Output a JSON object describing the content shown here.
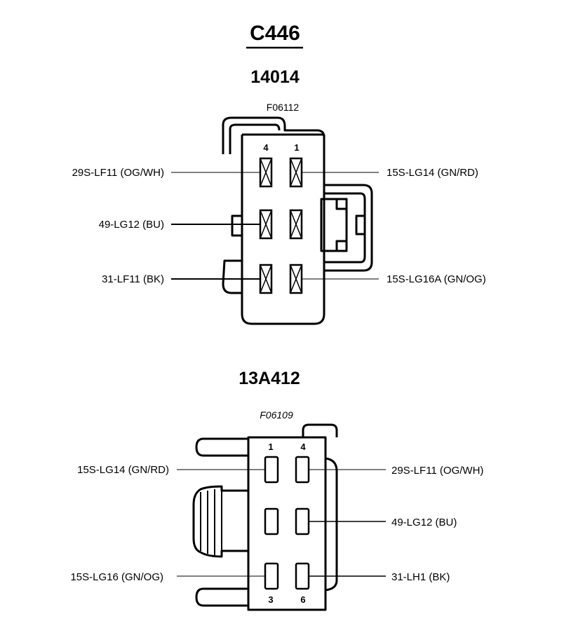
{
  "connector": {
    "title": "C446"
  },
  "upper": {
    "part_number": "14014",
    "figure_code": "F06112",
    "pins": {
      "p4": "4",
      "p1": "1"
    },
    "left_wires": [
      "29S-LF11 (OG/WH)",
      "49-LG12 (BU)",
      "31-LF11 (BK)"
    ],
    "right_wires": [
      "15S-LG14 (GN/RD)",
      "15S-LG16A (GN/OG)"
    ]
  },
  "lower": {
    "part_number": "13A412",
    "figure_code": "F06109",
    "pins": {
      "p1": "1",
      "p4": "4",
      "p3": "3",
      "p6": "6"
    },
    "left_wires": [
      "15S-LG14 (GN/RD)",
      "15S-LG16 (GN/OG)"
    ],
    "right_wires": [
      "29S-LF11 (OG/WH)",
      "49-LG12 (BU)",
      "31-LH1 (BK)"
    ]
  }
}
